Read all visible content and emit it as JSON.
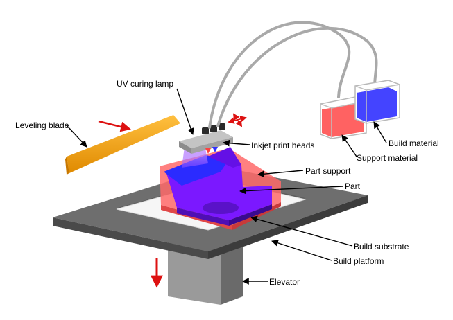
{
  "labels": {
    "uv_curing_lamp": "UV curing lamp",
    "leveling_blade": "Leveling blade",
    "inkjet_print_heads": "Inkjet print heads",
    "support_material": "Support material",
    "build_material": "Build material",
    "part_support": "Part support",
    "part": "Part",
    "build_substrate": "Build substrate",
    "build_platform": "Build platform",
    "elevator": "Elevator"
  },
  "colors": {
    "leveling_blade": "#f5a000",
    "part_support": "#ff6a6a",
    "part": "#7b18ff",
    "build_material": "#3a3aff",
    "support_material": "#ff5a5a",
    "platform": "#6f6f6f",
    "motion_arrow": "#dd1111",
    "uv_light": "#b06bff"
  }
}
